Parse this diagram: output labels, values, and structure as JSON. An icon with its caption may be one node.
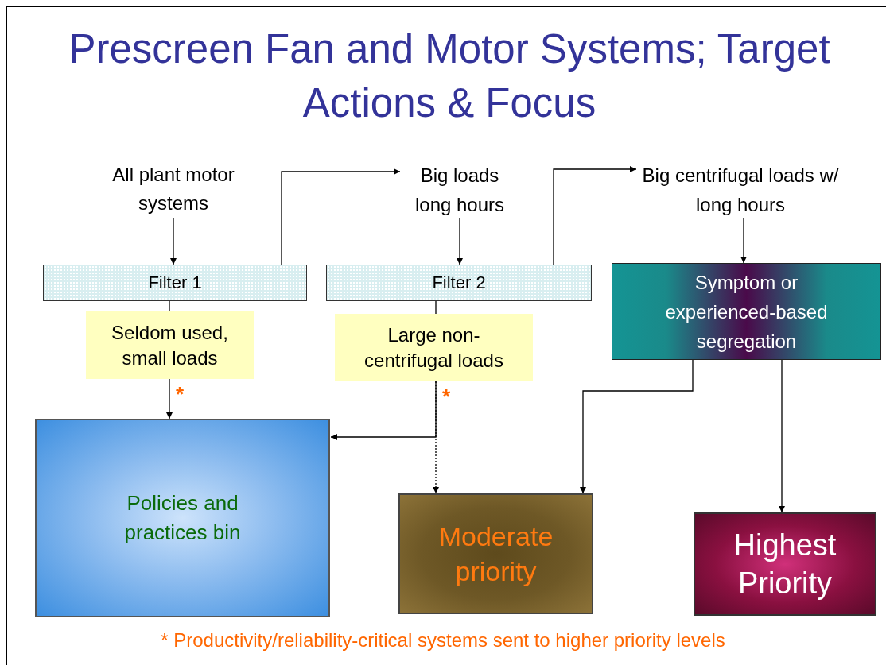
{
  "diagram": {
    "title": "Prescreen Fan and Motor Systems; Target Actions & Focus",
    "caption": "* Productivity/reliability-critical systems sent to higher priority levels",
    "nodes": [
      {
        "text": [
          "All plant motor systems"
        ]
      },
      {
        "text": [
          "Filter 1"
        ]
      },
      {
        "text": [
          "Big loads long hours"
        ]
      },
      {
        "text": [
          "Filter 2"
        ]
      },
      {
        "text": [
          "Big centrifugal loads w/ long hours"
        ]
      },
      {
        "text": [
          "Seldom used, small loads"
        ]
      },
      {
        "text": [
          "Large non-centrifugal loads"
        ]
      },
      {
        "text": [
          "Symptom or experienced-based segregation"
        ]
      },
      {
        "text": [
          "Policies and practices bin"
        ]
      },
      {
        "text": [
          "Moderate priority"
        ]
      },
      {
        "text": [
          "Highest Priority"
        ]
      }
    ],
    "edges": [
      {
        "from": 0,
        "to": 1,
        "arrow": "to"
      },
      {
        "from": 1,
        "to": 2,
        "arrow": "to"
      },
      {
        "from": 2,
        "to": 3,
        "arrow": "to"
      },
      {
        "from": 3,
        "to": 4,
        "arrow": "to"
      },
      {
        "from": 4,
        "to": 7,
        "arrow": "to"
      },
      {
        "from": 1,
        "to": 5,
        "arrow": "none"
      },
      {
        "from": 3,
        "to": 6,
        "arrow": "none"
      },
      {
        "from": 5,
        "to": 8,
        "arrow": "to",
        "label": "*"
      },
      {
        "from": 6,
        "to": 8,
        "arrow": "to"
      },
      {
        "from": 6,
        "to": 9,
        "arrow": "to",
        "label": "*",
        "style": "dashed"
      },
      {
        "from": 7,
        "to": 9,
        "arrow": "to"
      },
      {
        "from": 7,
        "to": 10,
        "arrow": "to"
      }
    ]
  }
}
